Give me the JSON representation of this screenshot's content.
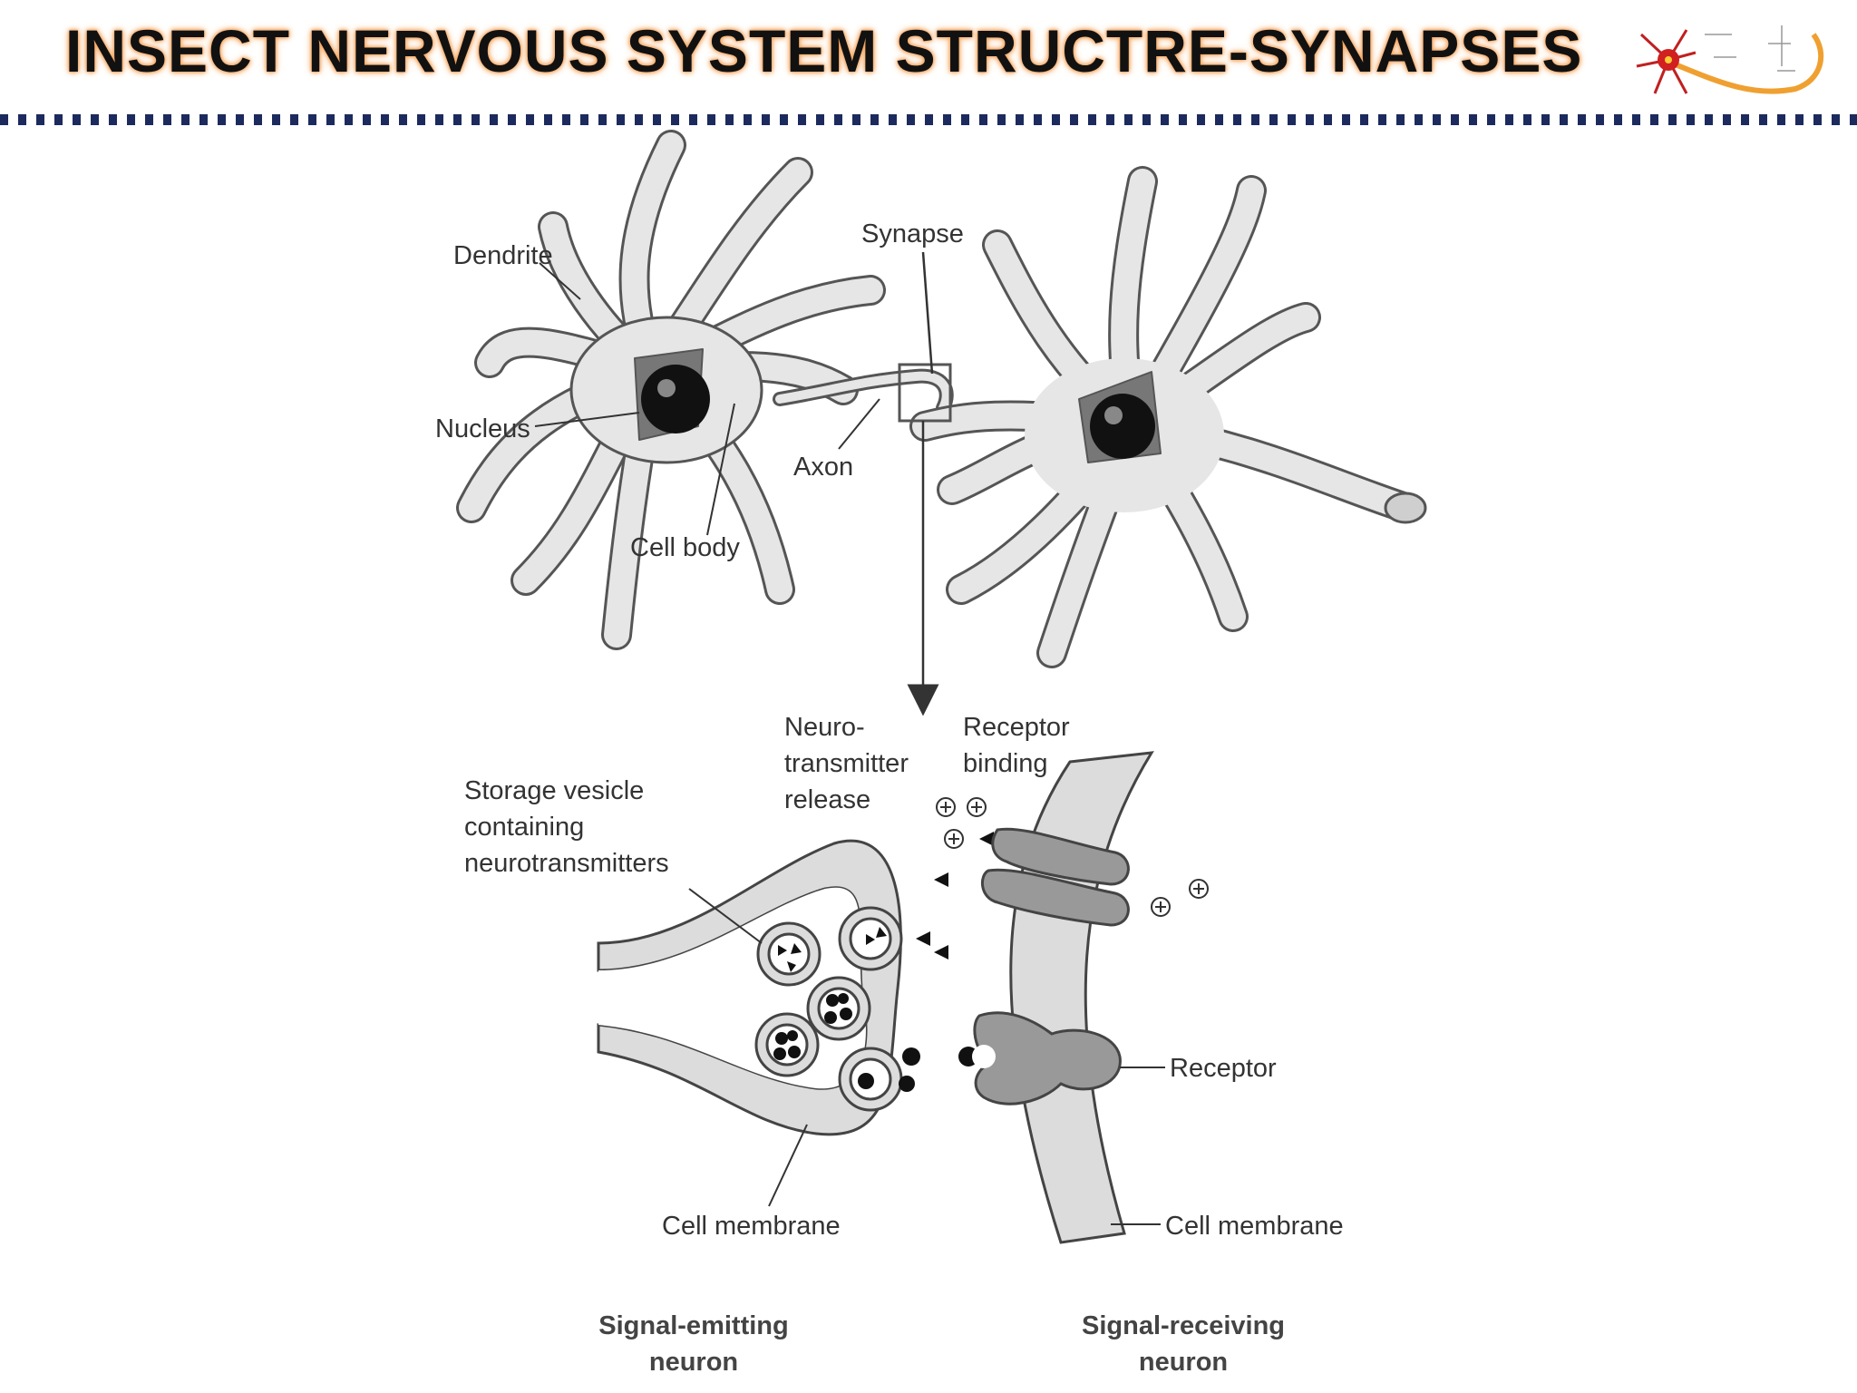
{
  "slide": {
    "title": "INSECT NERVOUS SYSTEM STRUCTRE-SYNAPSES",
    "colors": {
      "title_glow": "#f4a25a",
      "rule": "#1c2a5e",
      "neuron_fill": "#e6e6e6",
      "outline": "#444444"
    }
  },
  "logo": {
    "icon": "neuron-logo-icon"
  },
  "labels": {
    "dendrite": "Dendrite",
    "synapse": "Synapse",
    "nucleus": "Nucleus",
    "axon": "Axon",
    "cell_body": "Cell body",
    "neurotransmitter_release": [
      "Neuro-",
      "transmitter",
      "release"
    ],
    "receptor_binding": [
      "Receptor",
      "binding"
    ],
    "storage_vesicle": [
      "Storage vesicle",
      "containing",
      "neurotransmitters"
    ],
    "receptor": "Receptor",
    "cell_membrane_left": "Cell membrane",
    "cell_membrane_right": "Cell membrane",
    "signal_emitting": [
      "Signal-emitting",
      "neuron"
    ],
    "signal_receiving": [
      "Signal-receiving",
      "neuron"
    ]
  }
}
